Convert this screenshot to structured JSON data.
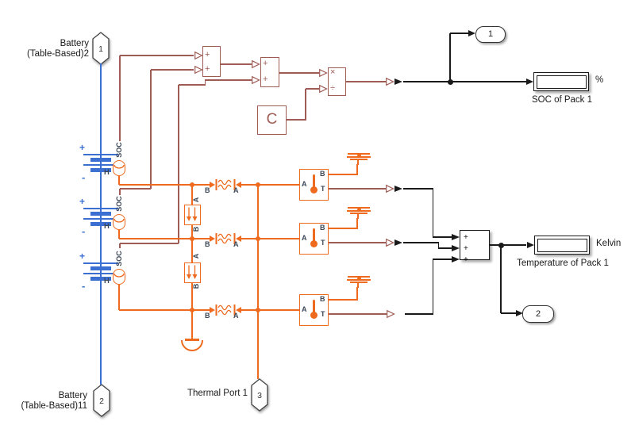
{
  "colors": {
    "electrical_blue": "#3b6fd1",
    "physical_signal_maroon": "#9e5c55",
    "thermal_orange": "#ee6a1e",
    "signal_black": "#1a1a1a",
    "port_label_gray": "#3c4757"
  },
  "input_ports": [
    {
      "id": "1",
      "label_line1": "Battery",
      "label_line2": "(Table-Based)2"
    },
    {
      "id": "2",
      "label_line1": "Battery",
      "label_line2": "(Table-Based)11"
    },
    {
      "id": "3",
      "label": "Thermal Port 1"
    }
  ],
  "output_ports": [
    {
      "id": "1"
    },
    {
      "id": "2"
    }
  ],
  "displays": [
    {
      "name": "SOC of Pack 1",
      "unit": "%"
    },
    {
      "name": "Temperature of Pack 1",
      "unit": "Kelvin"
    }
  ],
  "operators": {
    "plus": "+",
    "times": "×",
    "divide": "÷",
    "constant": "C"
  },
  "port_labels": {
    "soc": "SOC",
    "h": "H",
    "a": "A",
    "b": "B",
    "t": "T",
    "plus": "+",
    "minus": "-"
  }
}
